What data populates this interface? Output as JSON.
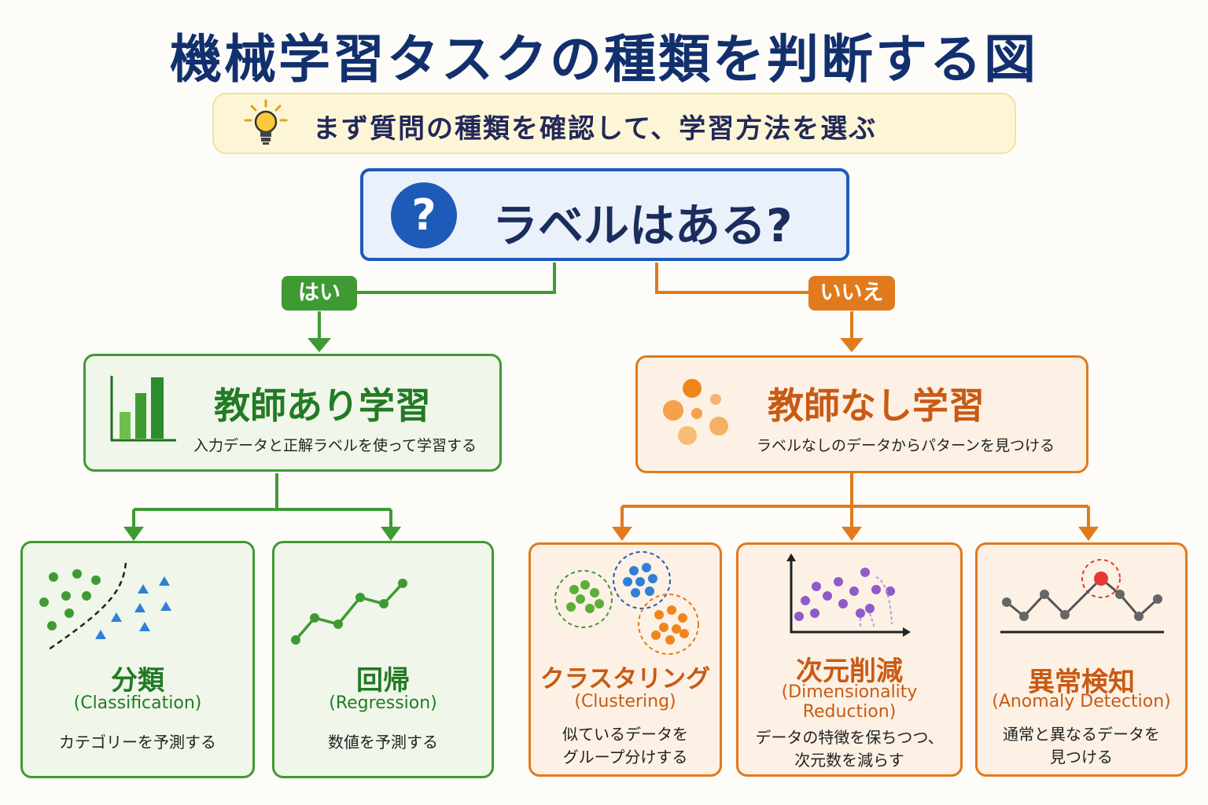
{
  "title": "機械学習タスクの種類を判断する図",
  "tip": {
    "text": "まず質問の種類を確認して、学習方法を選ぶ",
    "icon": "lightbulb-icon"
  },
  "question": {
    "text": "ラベルはある?",
    "icon": "question-icon"
  },
  "branches": {
    "yes": "はい",
    "no": "いいえ"
  },
  "supervised": {
    "title": "教師あり学習",
    "description": "入力データと正解ラベルを使って学習する",
    "tasks": [
      {
        "title": "分類",
        "english": "(Classification)",
        "description": "カテゴリーを予測する"
      },
      {
        "title": "回帰",
        "english": "(Regression)",
        "description": "数値を予測する"
      }
    ]
  },
  "unsupervised": {
    "title": "教師なし学習",
    "description": "ラベルなしのデータからパターンを見つける",
    "tasks": [
      {
        "title": "クラスタリング",
        "english": "(Clustering)",
        "description_lines": [
          "似ているデータを",
          "グループ分けする"
        ]
      },
      {
        "title": "次元削減",
        "english_lines": [
          "(Dimensionality",
          "Reduction)"
        ],
        "description_lines": [
          "データの特徴を保ちつつ、",
          "次元数を減らす"
        ]
      },
      {
        "title": "異常検知",
        "english": "(Anomaly Detection)",
        "description_lines": [
          "通常と異なるデータを",
          "見つける"
        ]
      }
    ]
  },
  "colors": {
    "title": "#12306e",
    "question": "#1e5bb8",
    "supervised": "#3f9a34",
    "unsupervised": "#e07a1c",
    "anomaly": "#e53935"
  }
}
